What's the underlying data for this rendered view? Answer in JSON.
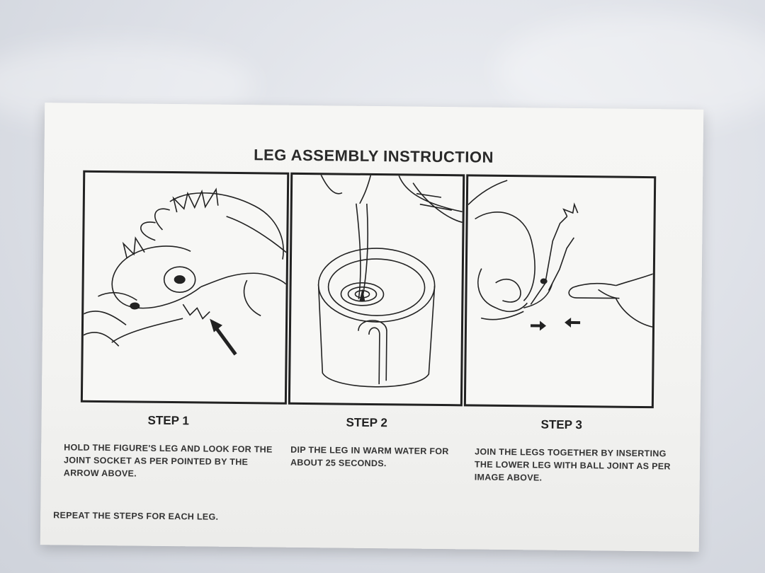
{
  "title": "LEG ASSEMBLY INSTRUCTION",
  "steps": [
    {
      "label": "STEP 1",
      "text": "HOLD THE FIGURE'S LEG AND LOOK FOR THE JOINT SOCKET AS PER POINTED BY THE ARROW ABOVE."
    },
    {
      "label": "STEP 2",
      "text": "DIP THE LEG IN WARM WATER FOR ABOUT 25 SECONDS."
    },
    {
      "label": "STEP 3",
      "text": "JOIN THE LEGS TOGETHER BY INSERTING THE LOWER LEG WITH BALL JOINT AS PER IMAGE ABOVE."
    }
  ],
  "footer": "REPEAT THE STEPS FOR EACH LEG.",
  "colors": {
    "ink": "#222222",
    "paper": "#f4f4f2",
    "background": "#dcdfe6"
  },
  "icons": [
    "arrow-icon",
    "water-cup-illustration",
    "hand-illustration"
  ]
}
